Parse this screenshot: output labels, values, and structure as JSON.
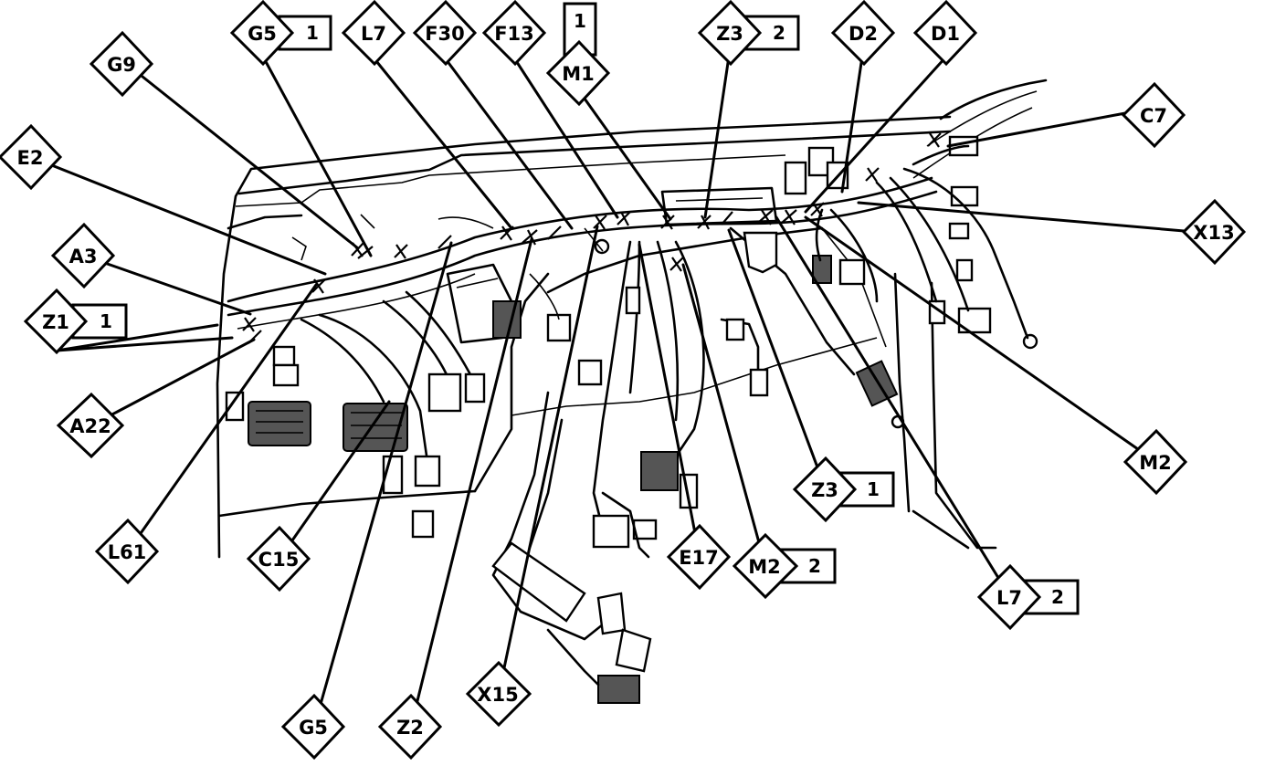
{
  "callouts": [
    {
      "code": "G5",
      "number": "1"
    },
    {
      "code": "L7"
    },
    {
      "code": "F30"
    },
    {
      "code": "F13"
    },
    {
      "code": "M1",
      "number": "1"
    },
    {
      "code": "Z3",
      "number": "2"
    },
    {
      "code": "D2"
    },
    {
      "code": "D1"
    },
    {
      "code": "G9"
    },
    {
      "code": "C7"
    },
    {
      "code": "E2"
    },
    {
      "code": "X13"
    },
    {
      "code": "A3"
    },
    {
      "code": "Z1",
      "number": "1"
    },
    {
      "code": "A22"
    },
    {
      "code": "M2"
    },
    {
      "code": "Z3",
      "number": "1"
    },
    {
      "code": "L61"
    },
    {
      "code": "C15"
    },
    {
      "code": "E17"
    },
    {
      "code": "M2",
      "number": "2"
    },
    {
      "code": "L7",
      "number": "2"
    },
    {
      "code": "G5"
    },
    {
      "code": "Z2"
    },
    {
      "code": "X15"
    }
  ]
}
